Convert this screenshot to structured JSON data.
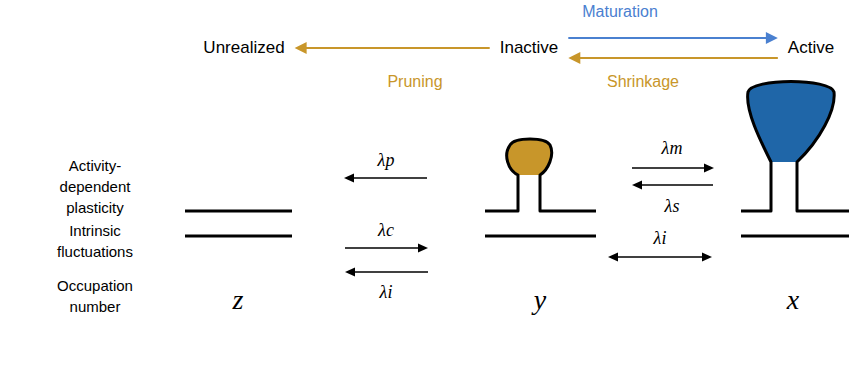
{
  "diagram": {
    "nodes": [
      {
        "text": [
          "Unrealized"
        ]
      },
      {
        "text": [
          "Inactive"
        ]
      },
      {
        "text": [
          "Active"
        ]
      }
    ],
    "edges": [
      {
        "from": 1,
        "to": 0,
        "arrow": "to",
        "label": "Pruning"
      },
      {
        "from": 1,
        "to": 2,
        "arrow": "to",
        "label": "Maturation"
      },
      {
        "from": 2,
        "to": 1,
        "arrow": "to",
        "label": "Shrinkage"
      }
    ],
    "labels": [
      "Activity-dependent plasticity",
      "Intrinsic fluctuations",
      "Occupation number",
      "λp",
      "λm",
      "λs",
      "λc",
      "λi",
      "λi",
      "z",
      "y",
      "x"
    ]
  }
}
